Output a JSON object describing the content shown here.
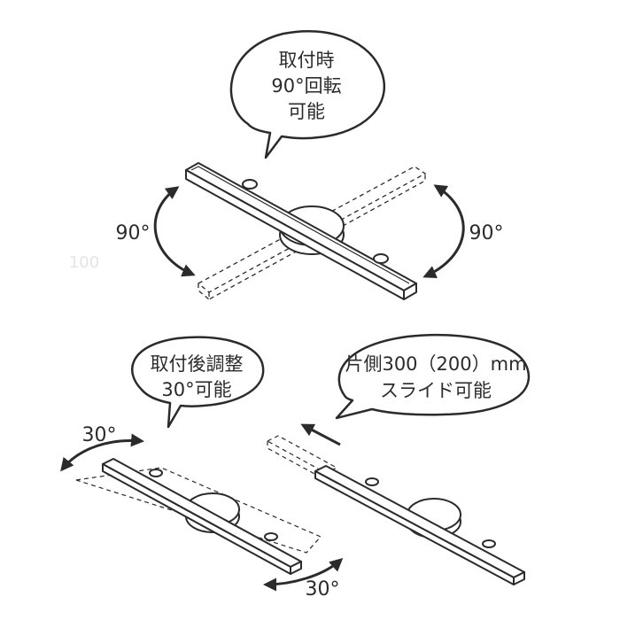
{
  "top_bubble": {
    "lines": [
      "取付時",
      "90°回転",
      "可能"
    ]
  },
  "top_left_angle": "90°",
  "top_right_angle": "90°",
  "ghost_text": "100",
  "bottom_left_bubble": {
    "lines": [
      "取付後調整",
      "30°可能"
    ]
  },
  "bottom_left_angle_top": "30°",
  "bottom_left_angle_bottom": "30°",
  "bottom_right_bubble": {
    "lines": [
      "片側300（200）mm",
      "スライド可能"
    ]
  },
  "colors": {
    "stroke": "#2b2b2b",
    "background": "#ffffff"
  }
}
